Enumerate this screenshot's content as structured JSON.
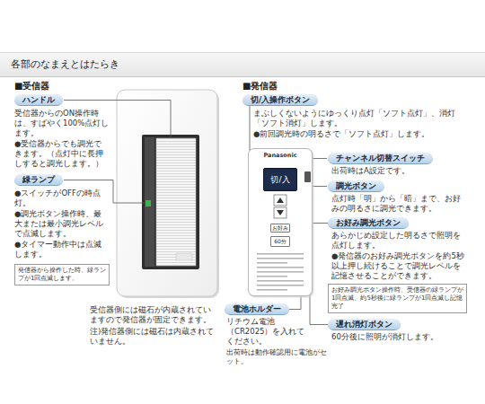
{
  "diagram": {
    "title": "各部のなまえとはたらき",
    "nodes": [
      {
        "text": [
          "ハンドル"
        ]
      },
      {
        "text": [
          "緑ランプ"
        ]
      },
      {
        "text": [
          "発信器から操作した時、緑ランプが1回点滅します。"
        ]
      },
      {
        "text": [
          "切/入操作ボタン"
        ]
      },
      {
        "text": [
          "チャンネル切替スイッチ"
        ]
      },
      {
        "text": [
          "調光ボタン"
        ]
      },
      {
        "text": [
          "お好み調光ボタン"
        ]
      },
      {
        "text": [
          "お好み調光ボタン操作時、受信器の緑ランプが1回点滅、約5秒後に緑ランプが1回点滅し記憶完了"
        ]
      },
      {
        "text": [
          "電池ホルダー"
        ]
      },
      {
        "text": [
          "遅れ消灯ボタン"
        ]
      },
      {
        "text": [
          "Panasonic"
        ]
      },
      {
        "text": [
          "切/入"
        ],
        "in": 10
      },
      {
        "text": [
          "お好み"
        ],
        "in": 10
      },
      {
        "text": [
          "60分"
        ],
        "in": 10
      }
    ],
    "edges": [
      {
        "from": 3,
        "to": 11,
        "arrow": "none"
      },
      {
        "from": 6,
        "to": 12,
        "arrow": "none"
      },
      {
        "from": 9,
        "to": 13,
        "arrow": "none"
      },
      {
        "from": 8,
        "to": 10,
        "arrow": "none"
      }
    ],
    "labels": [
      "■受信器",
      "受信器からのON操作時は、すばやく100%点灯します。",
      "●受信器からでも調光できます。（点灯中に長押しすると調光します。）",
      "●スイッチがOFFの時点灯。",
      "●調光ボタン操作時、最大または最小調光レベルで点滅します。",
      "●タイマー動作中は点滅します。",
      "受信器側には磁石が内蔵されていますので発信器が固定できます。",
      "注)発信器側には磁石は内蔵されていません。",
      "■発信器",
      "まぶしくないようにゆっくり点灯「ソフト点灯」、消灯「ソフト消灯」します。",
      "●前回調光時の明るさで「ソフト点灯」します。",
      "出荷時はA設定です。",
      "点灯時「明」から「暗」まで、お好みの明るさに調光できます。",
      "あらかじめ設定した明るさで照明を点灯します。",
      "●発信器のお好み調光ボタンを約5秒以上押し続けることで調光レベルを記憶させることができます。",
      "リチウム電池（CR2025）を入れてください。",
      "出荷時は動作確認用に電池がセット。",
      "60分後に照明が消灯します。"
    ]
  }
}
